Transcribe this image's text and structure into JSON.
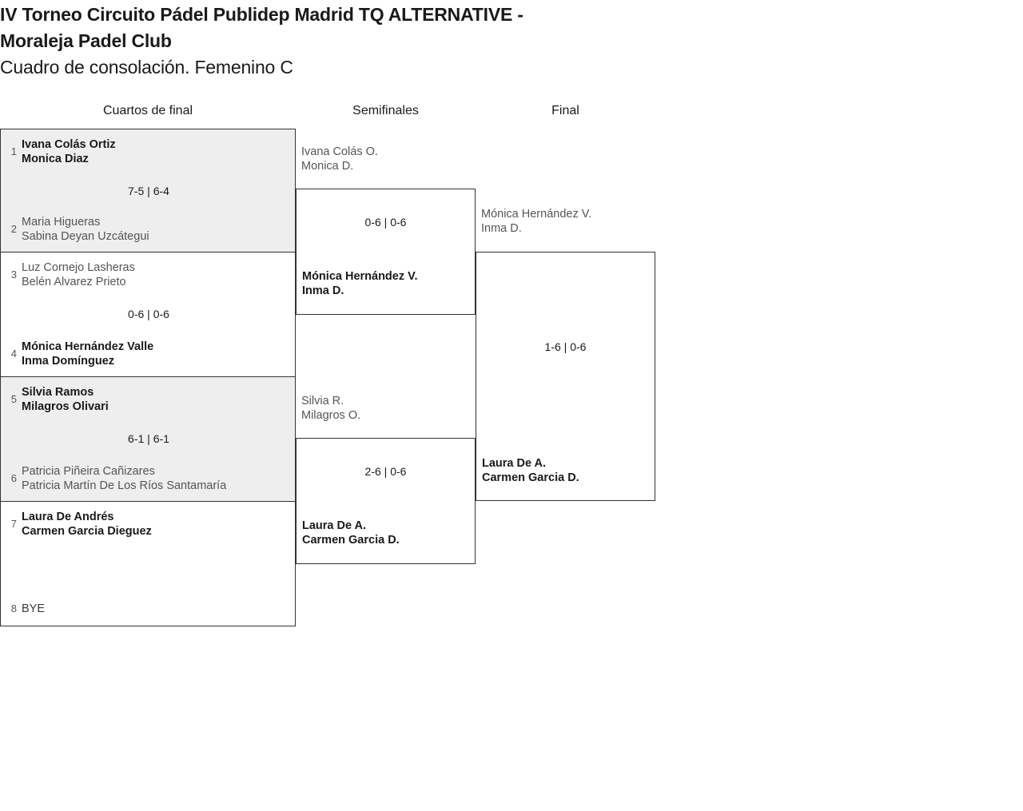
{
  "title": {
    "line1": "IV Torneo Circuito Pádel Publidep Madrid TQ ALTERNATIVE -",
    "line2": "Moraleja Padel Club",
    "subtitle": "Cuadro de consolación. Femenino C"
  },
  "rounds": [
    {
      "label": "Cuartos de final"
    },
    {
      "label": "Semifinales"
    },
    {
      "label": "Final"
    }
  ],
  "quarterfinals": [
    {
      "shaded": true,
      "score": "7-5 | 6-4",
      "top": {
        "seed": "1",
        "p1": "Ivana Colás Ortiz",
        "p2": "Monica Diaz",
        "result": "winner"
      },
      "bottom": {
        "seed": "2",
        "p1": "Maria Higueras",
        "p2": "Sabina Deyan Uzcátegui",
        "result": "loser"
      }
    },
    {
      "shaded": false,
      "score": "0-6 | 0-6",
      "top": {
        "seed": "3",
        "p1": "Luz Cornejo Lasheras",
        "p2": "Belén Alvarez Prieto",
        "result": "loser"
      },
      "bottom": {
        "seed": "4",
        "p1": "Mónica Hernández Valle",
        "p2": "Inma Domínguez",
        "result": "winner"
      }
    },
    {
      "shaded": true,
      "score": "6-1 | 6-1",
      "top": {
        "seed": "5",
        "p1": "Silvia Ramos",
        "p2": "Milagros Olivari",
        "result": "winner"
      },
      "bottom": {
        "seed": "6",
        "p1": "Patricia Piñeira Cañizares",
        "p2": "Patricia Martín De Los Ríos Santamaría",
        "result": "loser"
      }
    },
    {
      "shaded": false,
      "score": "",
      "top": {
        "seed": "7",
        "p1": "Laura De Andrés",
        "p2": "Carmen Garcia Dieguez",
        "result": "winner"
      },
      "bottom": {
        "seed": "8",
        "p1": "BYE",
        "p2": "",
        "result": "bye"
      }
    }
  ],
  "semifinals": [
    {
      "score": "0-6 | 0-6",
      "top": {
        "p1": "Ivana Colás O.",
        "p2": "Monica D.",
        "result": "loser"
      },
      "bottom": {
        "p1": "Mónica Hernández V.",
        "p2": "Inma D.",
        "result": "winner"
      }
    },
    {
      "score": "2-6 | 0-6",
      "top": {
        "p1": "Silvia R.",
        "p2": "Milagros O.",
        "result": "loser"
      },
      "bottom": {
        "p1": "Laura De A.",
        "p2": "Carmen Garcia D.",
        "result": "winner"
      }
    }
  ],
  "final": [
    {
      "score": "1-6 | 0-6",
      "top": {
        "p1": "Mónica Hernández V.",
        "p2": "Inma D.",
        "result": "loser"
      },
      "bottom": {
        "p1": "Laura De A.",
        "p2": "Carmen Garcia D.",
        "result": "winner"
      }
    }
  ],
  "colors": {
    "border": "#333333",
    "shaded_row": "#eeeeee",
    "winner_text": "#1a1a1a",
    "loser_text": "#555555",
    "background": "#ffffff"
  }
}
